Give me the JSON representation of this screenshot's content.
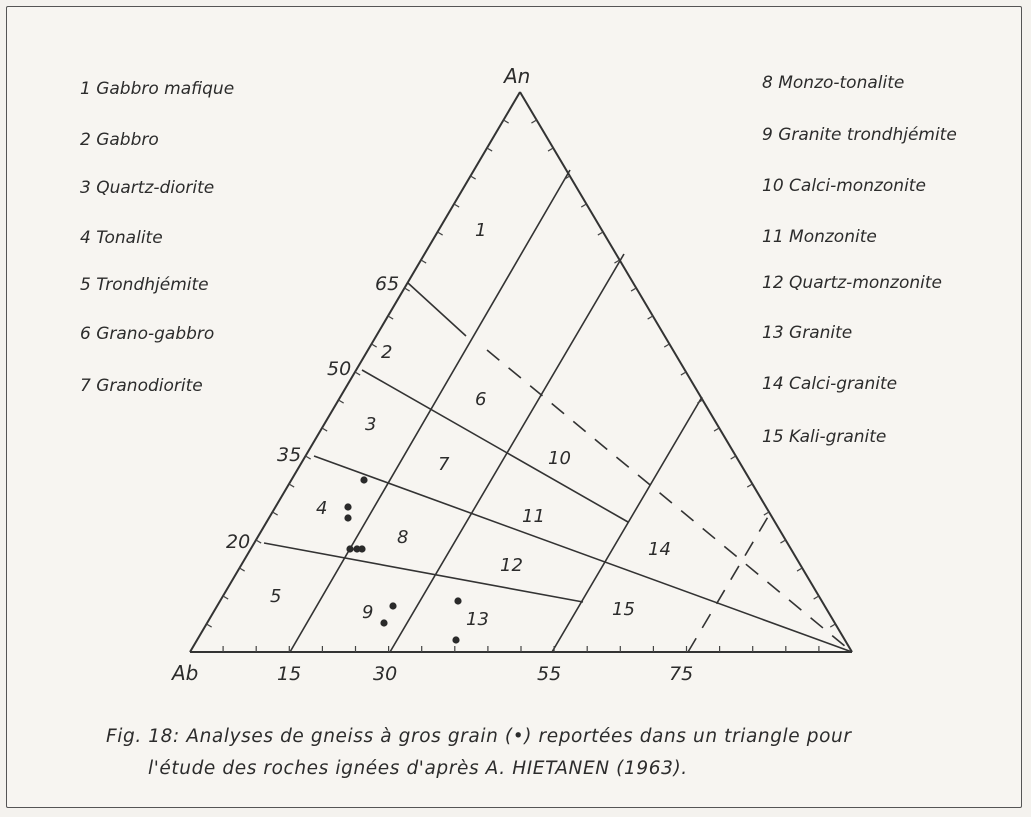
{
  "vertices": {
    "top": "An",
    "left": "Ab"
  },
  "left_edge_ticks": [
    "65",
    "50",
    "35",
    "20"
  ],
  "bottom_ticks": [
    "15",
    "30",
    "55",
    "75"
  ],
  "left_legend": [
    "1 Gabbro mafique",
    "2 Gabbro",
    "3 Quartz-diorite",
    "4 Tonalite",
    "5 Trondhjémite",
    "6 Grano-gabbro",
    "7 Granodiorite"
  ],
  "right_legend": [
    "8 Monzo-tonalite",
    "9 Granite trondhjémite",
    "10 Calci-monzonite",
    "11 Monzonite",
    "12 Quartz-monzonite",
    "13 Granite",
    "14 Calci-granite",
    "15 Kali-granite"
  ],
  "field_numbers": [
    "1",
    "2",
    "3",
    "4",
    "5",
    "6",
    "7",
    "8",
    "9",
    "10",
    "11",
    "12",
    "13",
    "14",
    "15"
  ],
  "caption": {
    "line1": "Fig. 18: Analyses de gneiss à gros grain (•) reportées dans un triangle pour",
    "line2": "l'étude des roches ignées d'après A. HIETANEN (1963)."
  }
}
